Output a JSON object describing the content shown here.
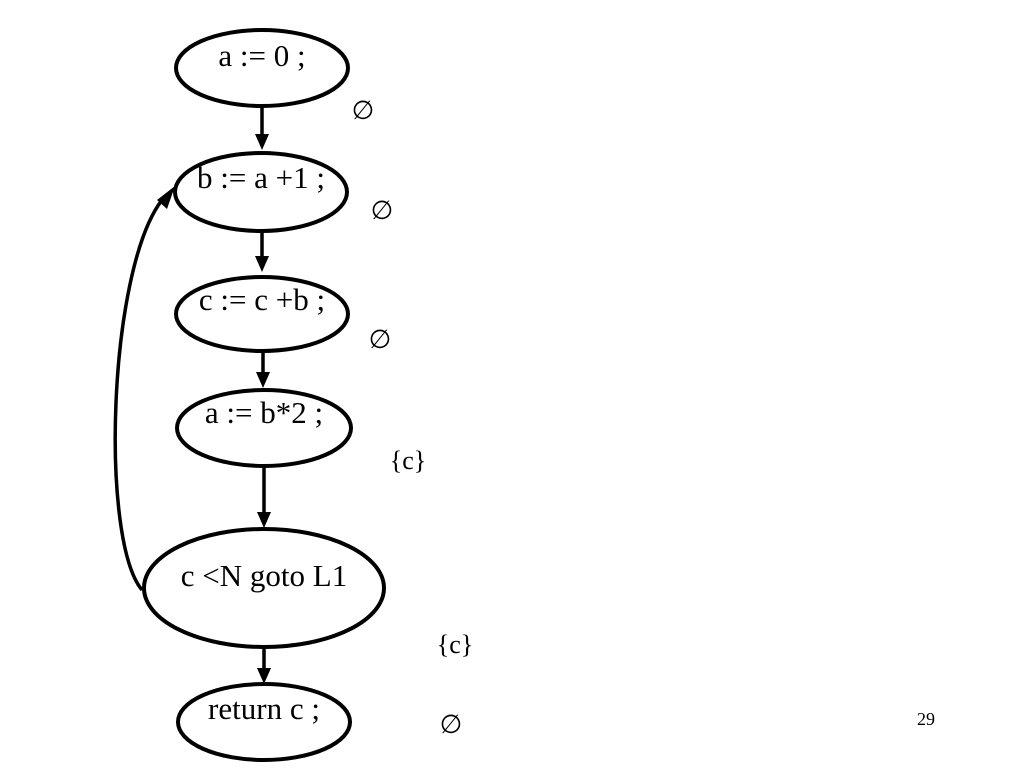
{
  "slide": {
    "page_number": "29"
  },
  "nodes": [
    {
      "id": "n1",
      "label": "a := 0 ;"
    },
    {
      "id": "n2",
      "label": "b := a +1 ;"
    },
    {
      "id": "n3",
      "label": "c := c +b ;"
    },
    {
      "id": "n4",
      "label": "a := b*2 ;"
    },
    {
      "id": "n5",
      "label": "c <N goto L1"
    },
    {
      "id": "n6",
      "label": "return c ;"
    }
  ],
  "edges": [
    {
      "from": "n1",
      "to": "n2",
      "set_label": "∅"
    },
    {
      "from": "n2",
      "to": "n3",
      "set_label": "∅"
    },
    {
      "from": "n3",
      "to": "n4",
      "set_label": "∅"
    },
    {
      "from": "n4",
      "to": "n5",
      "set_label": "{c}"
    },
    {
      "from": "n5",
      "to": "n6",
      "set_label": "{c}"
    },
    {
      "from": "n5",
      "to": "n2",
      "set_label": ""
    }
  ],
  "exit_set_label": "∅"
}
